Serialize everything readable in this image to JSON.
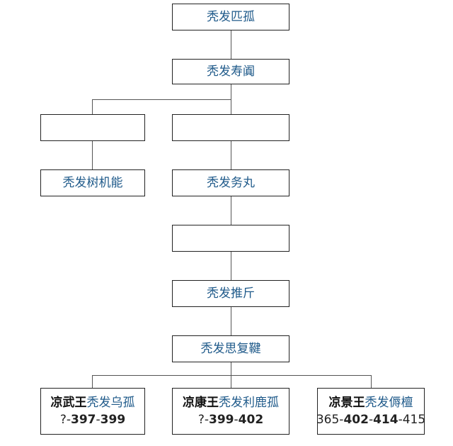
{
  "nodes": {
    "pipu": "秃发匹孤",
    "shougui": "秃发寿阗",
    "empty_left": "",
    "empty_center": "",
    "shujineng": "秃发树机能",
    "wuwan": "秃发务丸",
    "empty_lower": "",
    "tuijin": "秃发推斤",
    "sifujian": "秃发思复鞬"
  },
  "rulers": [
    {
      "title": "凉武王",
      "name": "秃发乌孤",
      "reign_start": "?",
      "reign_sep1": "-",
      "reign_year1": "397",
      "reign_sep2": "-",
      "reign_year2": "399"
    },
    {
      "title": "凉康王",
      "name": "秃发利鹿孤",
      "reign_start": "?",
      "reign_sep1": "-",
      "reign_year1": "399",
      "reign_sep2": "-",
      "reign_year2": "402"
    },
    {
      "title": "凉景王",
      "name": "秃发傉檀",
      "reign_start": "365",
      "reign_sep1": "-",
      "reign_year1": "402",
      "reign_sep2": "-",
      "reign_year2": "414",
      "reign_sep3": "-",
      "reign_end": "415"
    }
  ]
}
